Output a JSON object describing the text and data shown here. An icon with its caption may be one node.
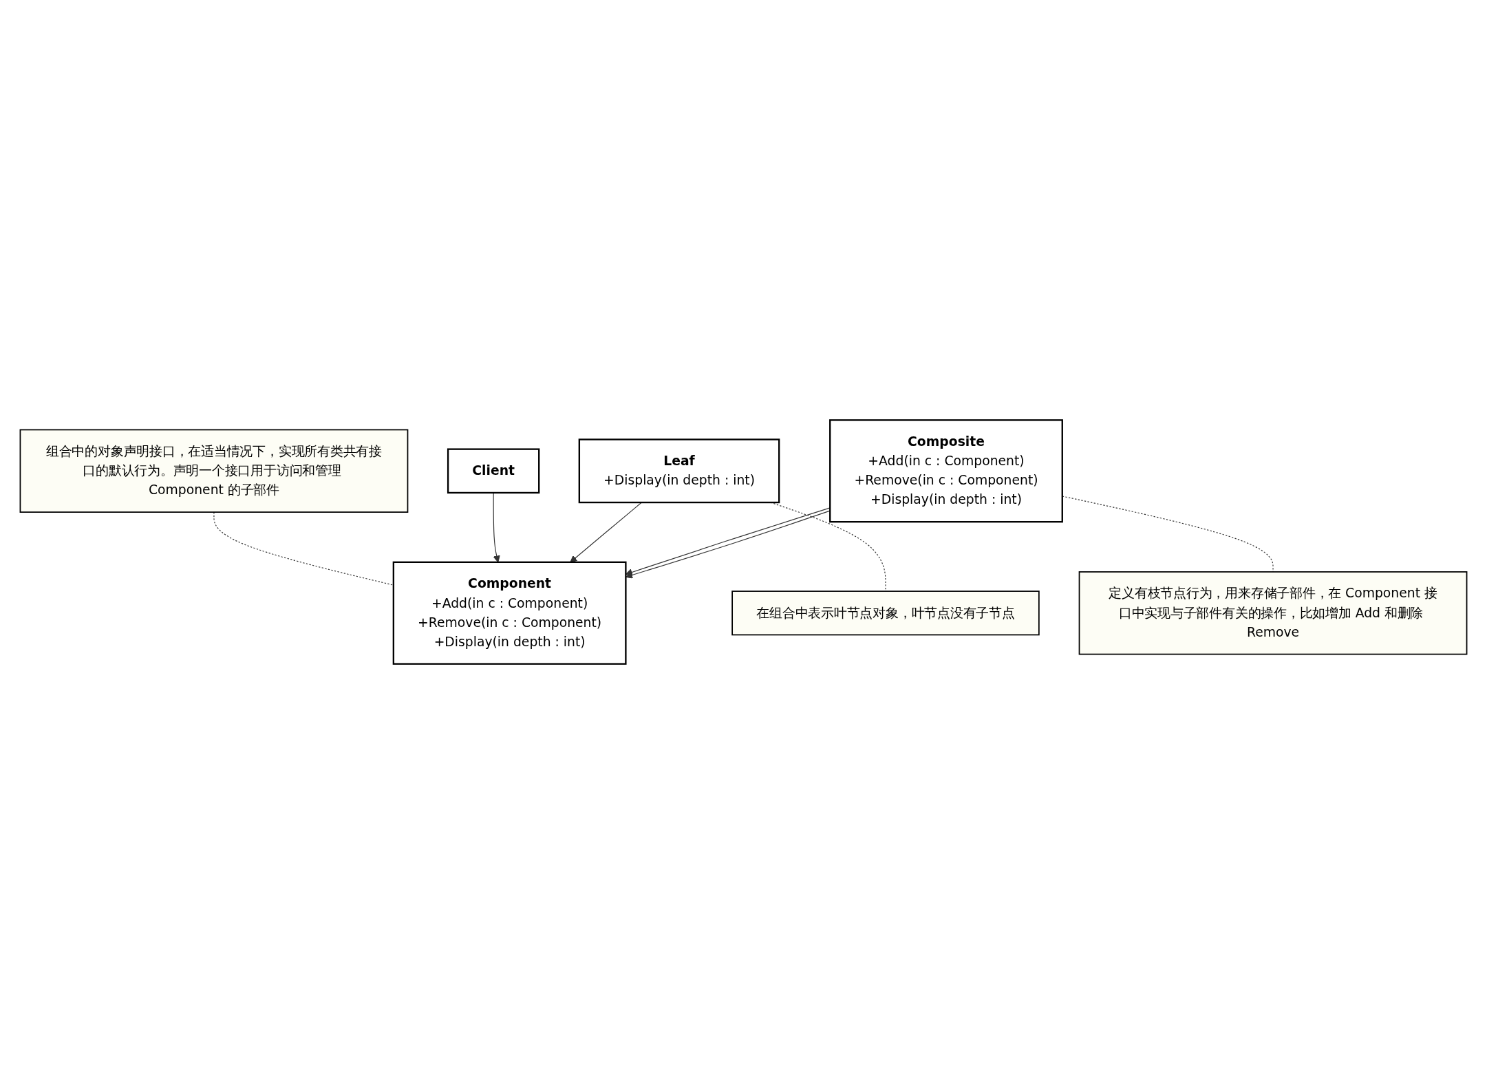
{
  "diagram": {
    "nodes": [
      {
        "text": [
          "组合中的对象声明接口，在适当情况下，实现所有类共有接口的默认行为。声明一个接口用于访问和管理 Component 的子部件"
        ]
      },
      {
        "text": [
          "Client"
        ]
      },
      {
        "text": [
          "Component",
          "+Add(in c : Component)",
          "+Remove(in c : Component)",
          "+Display(in depth : int)"
        ]
      },
      {
        "text": [
          "Leaf",
          "+Display(in depth : int)"
        ]
      },
      {
        "text": [
          "Composite",
          "+Add(in c : Component)",
          "+Remove(in c : Component)",
          "+Display(in depth : int)"
        ]
      },
      {
        "text": [
          "在组合中表示叶节点对象，叶节点没有子节点"
        ]
      },
      {
        "text": [
          "定义有枝节点行为，用来存储子部件，在 Component 接口中实现与子部件有关的操作，比如增加 Add 和删除 Remove"
        ]
      }
    ],
    "edges": [
      {
        "from": 0,
        "to": 2,
        "arrow": "none",
        "style": "dashed"
      },
      {
        "from": 1,
        "to": 2,
        "arrow": "to"
      },
      {
        "from": 3,
        "to": 2,
        "arrow": "to"
      },
      {
        "from": 4,
        "to": 2,
        "arrow": "to"
      },
      {
        "from": 4,
        "to": 2,
        "arrow": "to"
      },
      {
        "from": 3,
        "to": 5,
        "arrow": "none",
        "style": "dashed"
      },
      {
        "from": 4,
        "to": 6,
        "arrow": "none",
        "style": "dashed"
      }
    ]
  }
}
